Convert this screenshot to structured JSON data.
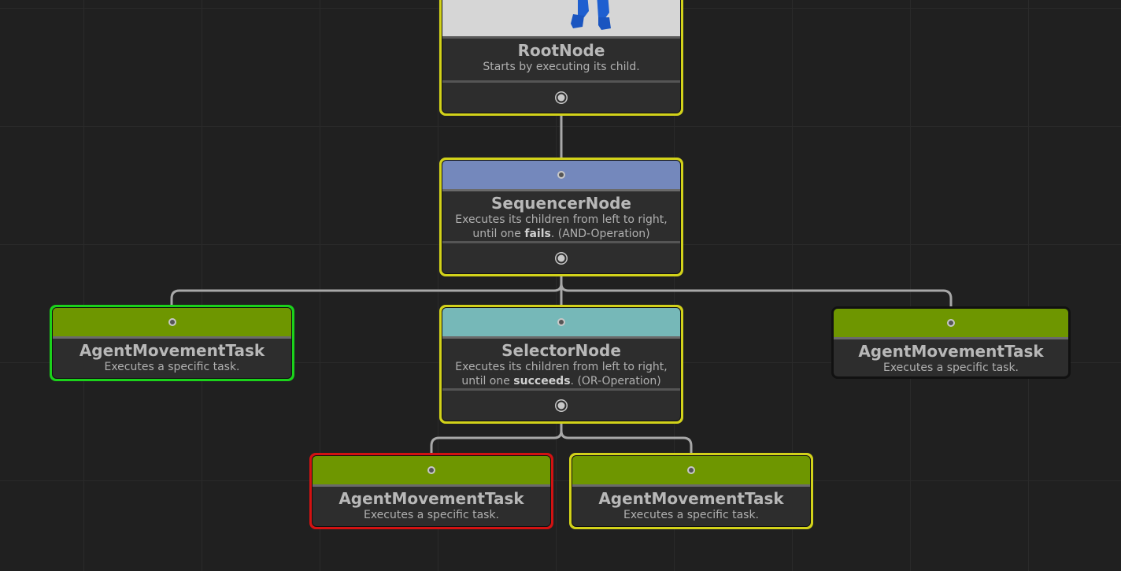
{
  "nodes": {
    "root": {
      "title": "RootNode",
      "description": "Starts by executing its child."
    },
    "sequencer": {
      "title": "SequencerNode",
      "desc_line1": "Executes its children from left to right,",
      "desc_line2_pre": "until one ",
      "desc_line2_bold": "fails",
      "desc_line2_post": ". (AND-Operation)"
    },
    "selector": {
      "title": "SelectorNode",
      "desc_line1": "Executes its children from left to right,",
      "desc_line2_pre": "until one ",
      "desc_line2_bold": "succeeds",
      "desc_line2_post": ". (OR-Operation)"
    },
    "task_left": {
      "title": "AgentMovementTask",
      "description": "Executes a specific task.",
      "state": "success"
    },
    "task_right": {
      "title": "AgentMovementTask",
      "description": "Executes a specific task.",
      "state": "idle"
    },
    "task_bottom_left": {
      "title": "AgentMovementTask",
      "description": "Executes a specific task.",
      "state": "failure"
    },
    "task_bottom_right": {
      "title": "AgentMovementTask",
      "description": "Executes a specific task.",
      "state": "running"
    }
  },
  "colors": {
    "running": "#d2d21a",
    "success": "#1bd21b",
    "failure": "#d21212",
    "task_header": "#6e9600",
    "sequencer_header": "#7488bc",
    "selector_header": "#76b8b8",
    "edge": "#a8a8a8"
  }
}
